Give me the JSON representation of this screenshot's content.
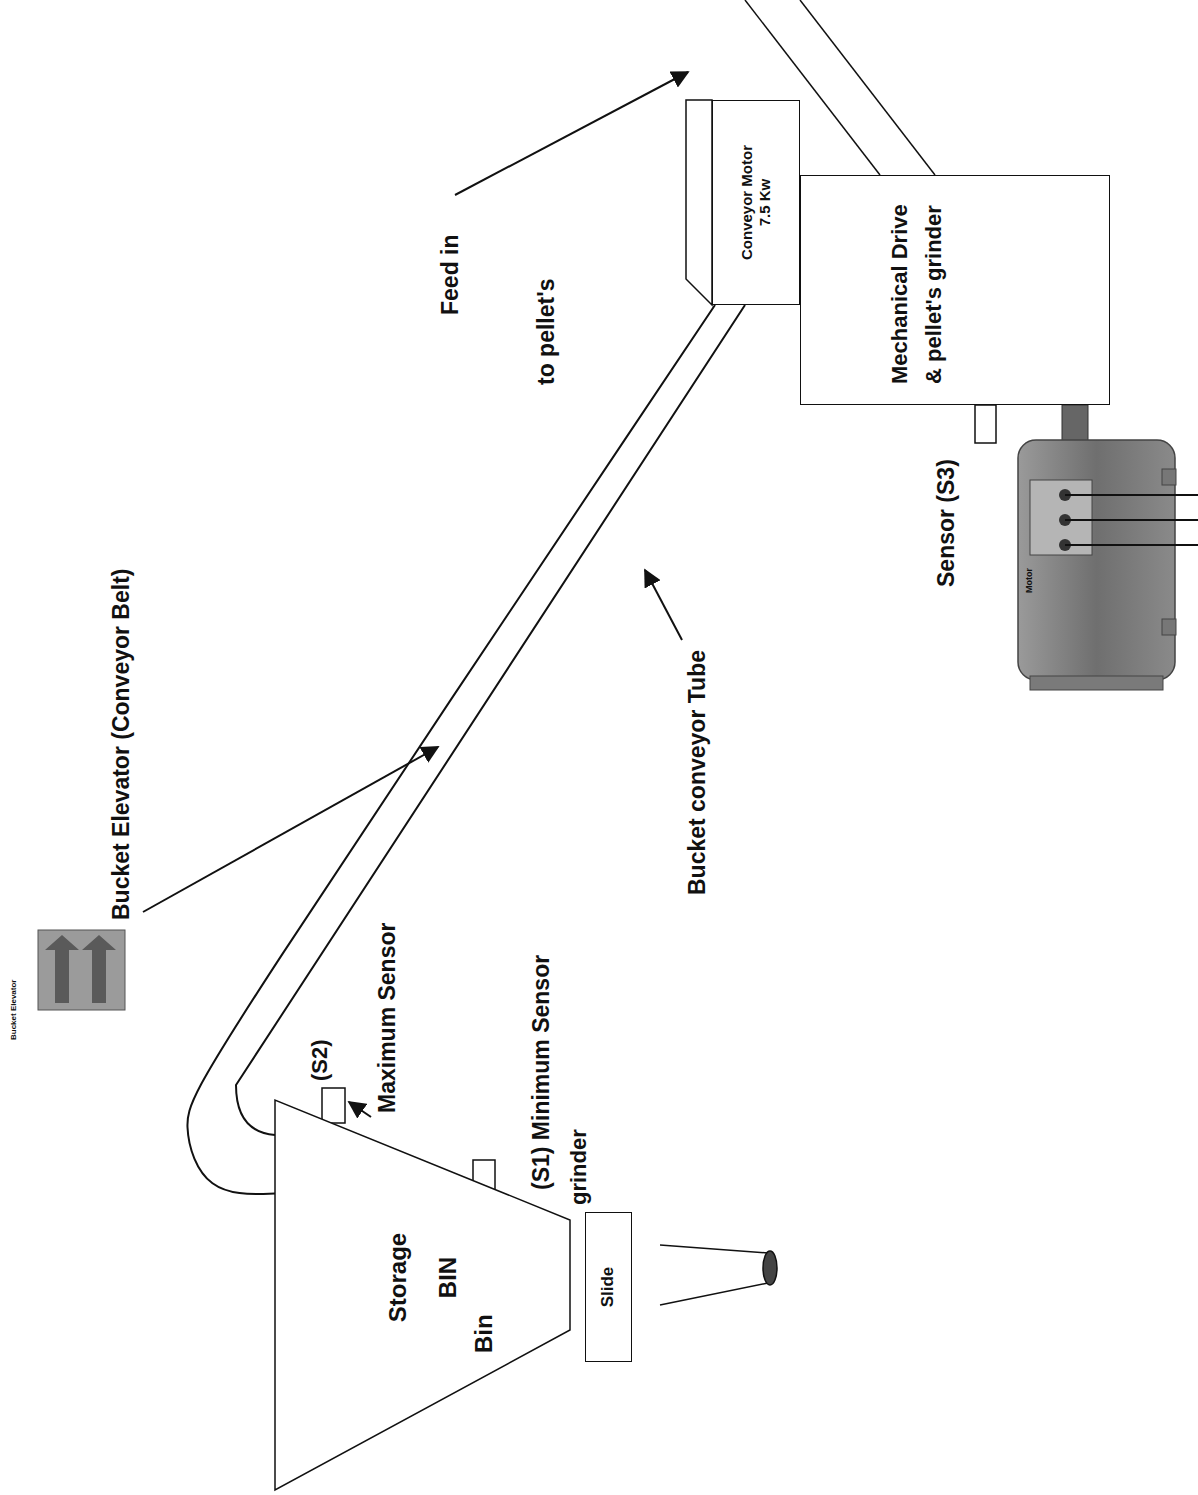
{
  "diagram": {
    "nodes": [
      {
        "text": [
          "Storage BIN",
          "Bin"
        ]
      },
      {
        "text": [
          "Slide"
        ]
      },
      {
        "text": [
          "Conveyor Motor 7.5 Kw"
        ]
      },
      {
        "text": [
          "Mechanical Drive & pellet's grinder"
        ]
      }
    ],
    "edges": [
      {
        "from": 0,
        "to": 2,
        "arrow": "none"
      }
    ],
    "labels": [
      "Bucket Elevator",
      "Bucket Elevator (Conveyor Belt)",
      "(S2)",
      "Maximum Sensor",
      "(S1) Minimum Sensor",
      "grinder",
      "Bucket conveyor Tube",
      "Feed in",
      "to pellet's",
      "Sensor (S3)",
      "Motor"
    ]
  }
}
